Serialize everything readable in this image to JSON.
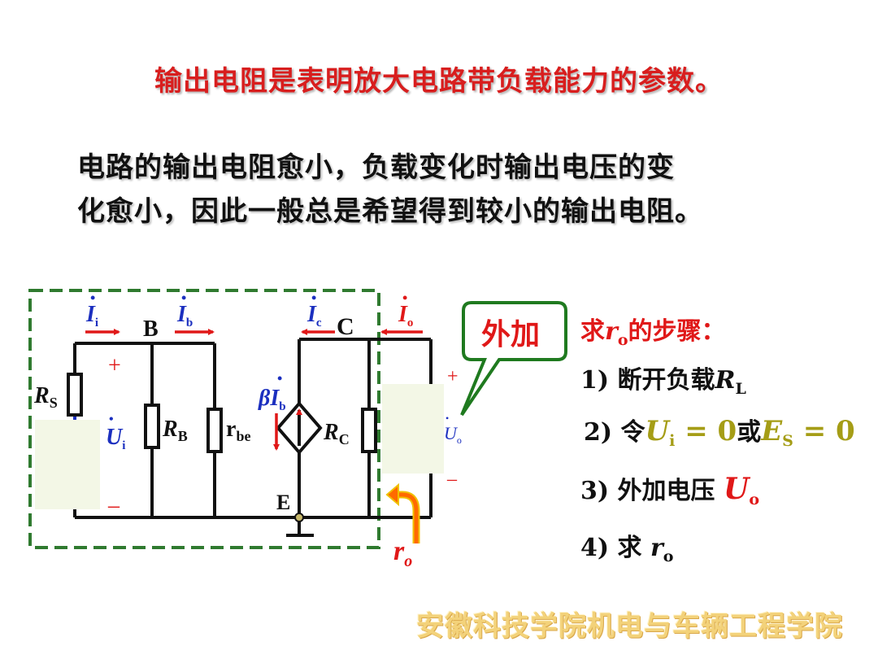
{
  "title": "输出电阻是表明放大电路带负载能力的参数。",
  "paragraph": {
    "line1": "电路的输出电阻愈小，负载变化时输出电压的变",
    "line2": "化愈小，因此一般总是希望得到较小的输出电阻。"
  },
  "callout": {
    "label": "外加"
  },
  "steps": {
    "heading_pre": "求",
    "heading_r": "r",
    "heading_sub": "o",
    "heading_post": "的步骤：",
    "step1_pre": "1)  断开负载",
    "step1_r": "R",
    "step1_sub": "L",
    "step2_pre": "2) 令",
    "step2_ui": "U",
    "step2_ui_sub": "i",
    "step2_eq1": " = 0",
    "step2_or": "或",
    "step2_es": "E",
    "step2_es_sub": "S",
    "step2_eq2": " = 0",
    "step3_pre": "3) 外加电压",
    "step3_u": "U",
    "step3_sub": "o",
    "step4_pre": "4) 求 ",
    "step4_r": "r",
    "step4_sub": "o"
  },
  "circuit": {
    "node_b": "B",
    "node_c": "C",
    "node_e": "E",
    "rs": "R",
    "rs_sub": "S",
    "rb": "R",
    "rb_sub": "B",
    "rbe": "r",
    "rbe_sub": "be",
    "rc": "R",
    "rc_sub": "C",
    "ii": "I",
    "ii_sub": "i",
    "ib": "I",
    "ib_sub": "b",
    "ic": "I",
    "ic_sub": "c",
    "io": "I",
    "io_sub": "o",
    "beta_ib": "βI",
    "beta_ib_sub": "b",
    "ui": "U",
    "ui_sub": "i",
    "uo": "U",
    "uo_sub": "o",
    "plus": "+",
    "minus": "–",
    "ro": "r",
    "ro_sub": "o"
  },
  "watermark": "安徽科技学院机电与车辆工程学院",
  "colors": {
    "title_red": "#d81e1e",
    "wire": "#111111",
    "arrow_red": "#e01818",
    "label_blue": "#1b2fbf",
    "dashed_green": "#2f7a2f",
    "callout_green": "#1f7a1f",
    "olive": "#a59d16",
    "watermark_gold": "#f3d27a",
    "overlay_box": "#f3f7e6"
  }
}
